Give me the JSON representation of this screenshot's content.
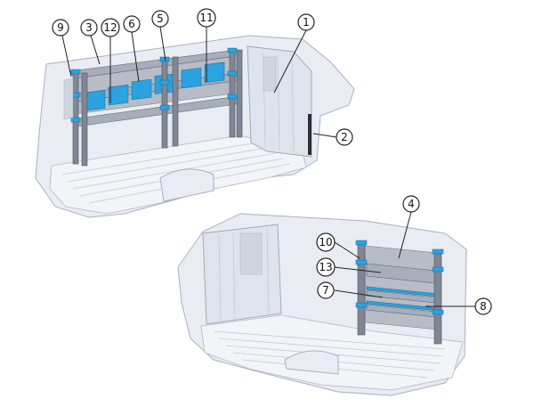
{
  "callouts": {
    "c1": "1",
    "c2": "2",
    "c3": "3",
    "c4": "4",
    "c5": "5",
    "c6": "6",
    "c7": "7",
    "c8": "8",
    "c9": "9",
    "c10": "10",
    "c11": "11",
    "c12": "12",
    "c13": "13"
  },
  "colors": {
    "accent_blue": "#2aa3e0",
    "rack_grey": "#7f8694",
    "van_body": "#e9ecf3"
  }
}
